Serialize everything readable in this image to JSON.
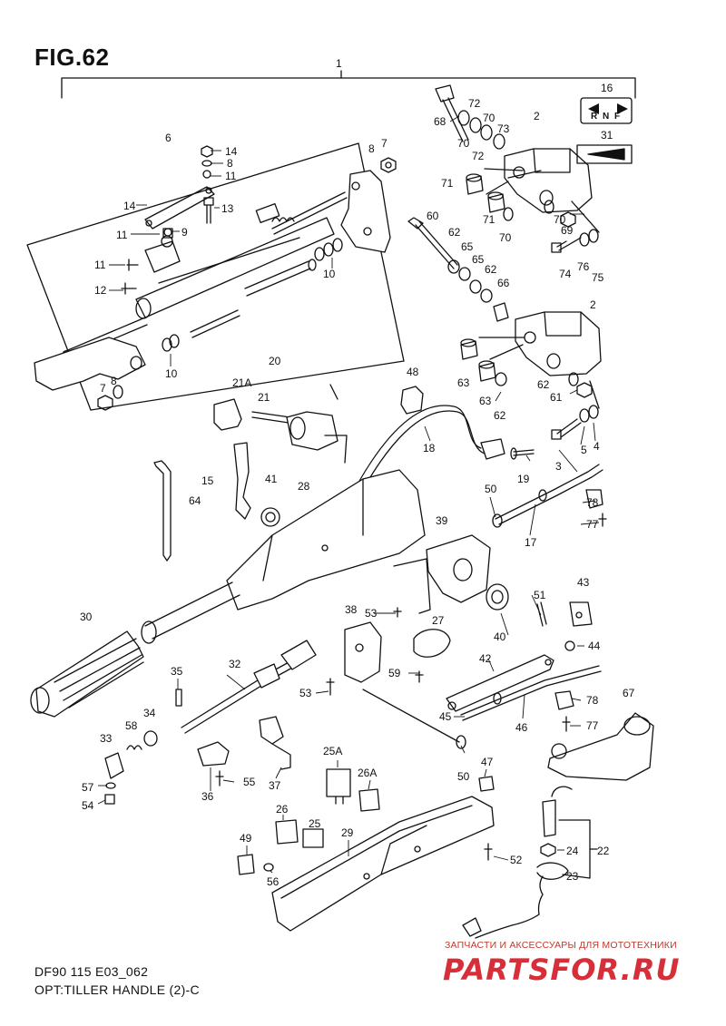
{
  "figure": {
    "title": "FIG.62",
    "drawing_code": "DF90 115 E03_062",
    "caption": "OPT:TILLER HANDLE (2)-C"
  },
  "watermark": {
    "tagline": "ЗАПЧАСТИ И АКСЕССУАРЫ ДЛЯ МОТОТЕХНИКИ",
    "brand": "PARTSFOR.RU",
    "color": "#d62f3a"
  },
  "shift_label_tag": [
    "R",
    "N",
    "F"
  ],
  "callouts": [
    {
      "id": "c1",
      "text": "1"
    },
    {
      "id": "c6",
      "text": "6"
    },
    {
      "id": "c14a",
      "text": "14"
    },
    {
      "id": "c8a",
      "text": "8"
    },
    {
      "id": "c11a",
      "text": "11"
    },
    {
      "id": "c14b",
      "text": "14"
    },
    {
      "id": "c13",
      "text": "13"
    },
    {
      "id": "c11b",
      "text": "11"
    },
    {
      "id": "c9",
      "text": "9"
    },
    {
      "id": "c11c",
      "text": "11"
    },
    {
      "id": "c12",
      "text": "12"
    },
    {
      "id": "c8b",
      "text": "8"
    },
    {
      "id": "c7a",
      "text": "7"
    },
    {
      "id": "c10a",
      "text": "10"
    },
    {
      "id": "c10b",
      "text": "10"
    },
    {
      "id": "c7b",
      "text": "7"
    },
    {
      "id": "c8c",
      "text": "8"
    },
    {
      "id": "c68",
      "text": "68"
    },
    {
      "id": "c72a",
      "text": "72"
    },
    {
      "id": "c70a",
      "text": "70"
    },
    {
      "id": "c73",
      "text": "73"
    },
    {
      "id": "c70b",
      "text": "70"
    },
    {
      "id": "c72b",
      "text": "72"
    },
    {
      "id": "c2a",
      "text": "2"
    },
    {
      "id": "c16",
      "text": "16"
    },
    {
      "id": "c31",
      "text": "31"
    },
    {
      "id": "c71a",
      "text": "71"
    },
    {
      "id": "c71b",
      "text": "71"
    },
    {
      "id": "c70c",
      "text": "70"
    },
    {
      "id": "c70d",
      "text": "70"
    },
    {
      "id": "c69",
      "text": "69"
    },
    {
      "id": "c60",
      "text": "60"
    },
    {
      "id": "c62a",
      "text": "62"
    },
    {
      "id": "c65a",
      "text": "65"
    },
    {
      "id": "c65b",
      "text": "65"
    },
    {
      "id": "c62b",
      "text": "62"
    },
    {
      "id": "c66",
      "text": "66"
    },
    {
      "id": "c74",
      "text": "74"
    },
    {
      "id": "c76",
      "text": "76"
    },
    {
      "id": "c75",
      "text": "75"
    },
    {
      "id": "c2b",
      "text": "2"
    },
    {
      "id": "c63a",
      "text": "63"
    },
    {
      "id": "c63b",
      "text": "63"
    },
    {
      "id": "c62c",
      "text": "62"
    },
    {
      "id": "c62d",
      "text": "62"
    },
    {
      "id": "c61",
      "text": "61"
    },
    {
      "id": "c3",
      "text": "3"
    },
    {
      "id": "c5",
      "text": "5"
    },
    {
      "id": "c4",
      "text": "4"
    },
    {
      "id": "c20",
      "text": "20"
    },
    {
      "id": "c21A",
      "text": "21A"
    },
    {
      "id": "c21",
      "text": "21"
    },
    {
      "id": "c48",
      "text": "48"
    },
    {
      "id": "c18",
      "text": "18"
    },
    {
      "id": "c19",
      "text": "19"
    },
    {
      "id": "c15",
      "text": "15"
    },
    {
      "id": "c41",
      "text": "41"
    },
    {
      "id": "c28",
      "text": "28"
    },
    {
      "id": "c64",
      "text": "64"
    },
    {
      "id": "c50a",
      "text": "50"
    },
    {
      "id": "c78a",
      "text": "78"
    },
    {
      "id": "c17",
      "text": "17"
    },
    {
      "id": "c77a",
      "text": "77"
    },
    {
      "id": "c39",
      "text": "39"
    },
    {
      "id": "c43",
      "text": "43"
    },
    {
      "id": "c51",
      "text": "51"
    },
    {
      "id": "c53a",
      "text": "53"
    },
    {
      "id": "c40",
      "text": "40"
    },
    {
      "id": "c44",
      "text": "44"
    },
    {
      "id": "c30",
      "text": "30"
    },
    {
      "id": "c38",
      "text": "38"
    },
    {
      "id": "c27",
      "text": "27"
    },
    {
      "id": "c42",
      "text": "42"
    },
    {
      "id": "c32",
      "text": "32"
    },
    {
      "id": "c35",
      "text": "35"
    },
    {
      "id": "c59",
      "text": "59"
    },
    {
      "id": "c53b",
      "text": "53"
    },
    {
      "id": "c67",
      "text": "67"
    },
    {
      "id": "c78b",
      "text": "78"
    },
    {
      "id": "c45",
      "text": "45"
    },
    {
      "id": "c46",
      "text": "46"
    },
    {
      "id": "c77b",
      "text": "77"
    },
    {
      "id": "c34",
      "text": "34"
    },
    {
      "id": "c58",
      "text": "58"
    },
    {
      "id": "c33",
      "text": "33"
    },
    {
      "id": "c25A",
      "text": "25A"
    },
    {
      "id": "c50b",
      "text": "50"
    },
    {
      "id": "c47",
      "text": "47"
    },
    {
      "id": "c55",
      "text": "55"
    },
    {
      "id": "c57",
      "text": "57"
    },
    {
      "id": "c36",
      "text": "36"
    },
    {
      "id": "c37",
      "text": "37"
    },
    {
      "id": "c26A",
      "text": "26A"
    },
    {
      "id": "c54",
      "text": "54"
    },
    {
      "id": "c26",
      "text": "26"
    },
    {
      "id": "c25",
      "text": "25"
    },
    {
      "id": "c29",
      "text": "29"
    },
    {
      "id": "c49",
      "text": "49"
    },
    {
      "id": "c56",
      "text": "56"
    },
    {
      "id": "c52",
      "text": "52"
    },
    {
      "id": "c24",
      "text": "24"
    },
    {
      "id": "c22",
      "text": "22"
    },
    {
      "id": "c23",
      "text": "23"
    }
  ]
}
